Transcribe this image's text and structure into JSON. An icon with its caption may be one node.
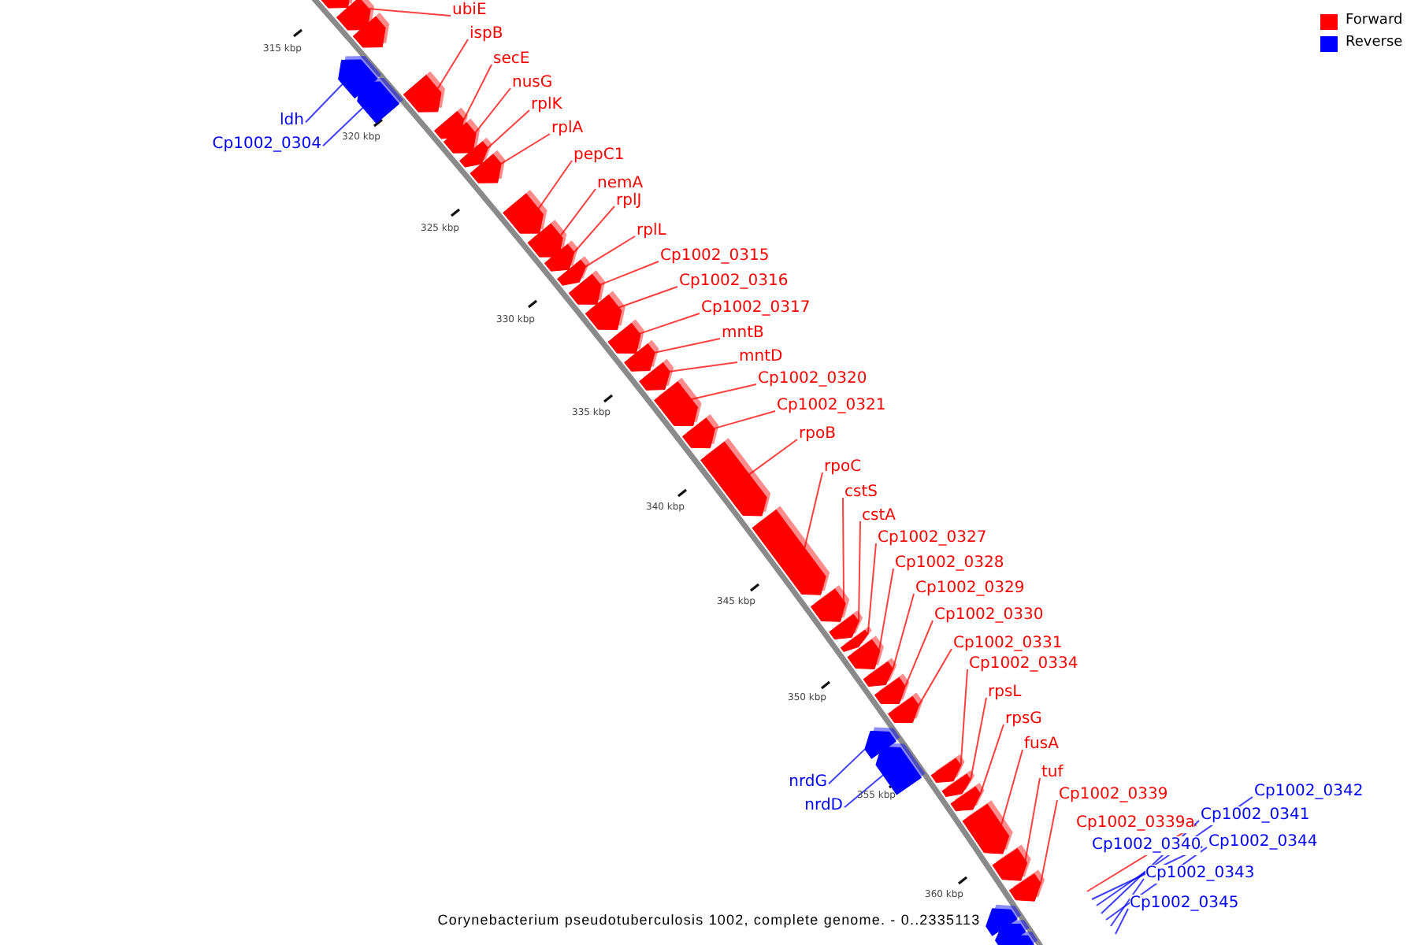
{
  "diagram": {
    "caption": "Corynebacterium pseudotuberculosis 1002, complete genome. - 0..2335113",
    "nodes": [
      {
        "text": [],
        "shape": "bar"
      },
      {
        "text": [
          "ubiE"
        ]
      },
      {
        "text": [],
        "shape": "bar"
      },
      {
        "text": [],
        "shape": "bar"
      },
      {
        "text": [
          "ldh"
        ]
      },
      {
        "text": [],
        "shape": "bar"
      },
      {
        "text": [
          "Cp1002_0304"
        ]
      },
      {
        "text": [],
        "shape": "bar"
      },
      {
        "text": [
          "ispB"
        ]
      },
      {
        "text": [],
        "shape": "bar"
      },
      {
        "text": [
          "secE"
        ]
      },
      {
        "text": [],
        "shape": "bar"
      },
      {
        "text": [
          "nusG"
        ]
      },
      {
        "text": [],
        "shape": "bar"
      },
      {
        "text": [
          "rplK"
        ]
      },
      {
        "text": [],
        "shape": "bar"
      },
      {
        "text": [
          "rplA"
        ]
      },
      {
        "text": [],
        "shape": "bar"
      },
      {
        "text": [
          "pepC1"
        ]
      },
      {
        "text": [],
        "shape": "bar"
      },
      {
        "text": [
          "nemA"
        ]
      },
      {
        "text": [],
        "shape": "bar"
      },
      {
        "text": [
          "rplJ"
        ]
      },
      {
        "text": [],
        "shape": "bar"
      },
      {
        "text": [
          "rplL"
        ]
      },
      {
        "text": [],
        "shape": "bar"
      },
      {
        "text": [
          "Cp1002_0315"
        ]
      },
      {
        "text": [],
        "shape": "bar"
      },
      {
        "text": [
          "Cp1002_0316"
        ]
      },
      {
        "text": [],
        "shape": "bar"
      },
      {
        "text": [
          "Cp1002_0317"
        ]
      },
      {
        "text": [],
        "shape": "bar"
      },
      {
        "text": [
          "mntB"
        ]
      },
      {
        "text": [],
        "shape": "bar"
      },
      {
        "text": [
          "mntD"
        ]
      },
      {
        "text": [],
        "shape": "bar"
      },
      {
        "text": [
          "Cp1002_0320"
        ]
      },
      {
        "text": [],
        "shape": "bar"
      },
      {
        "text": [
          "Cp1002_0321"
        ]
      },
      {
        "text": [],
        "shape": "bar"
      },
      {
        "text": [
          "rpoB"
        ]
      },
      {
        "text": [],
        "shape": "bar"
      },
      {
        "text": [
          "rpoC"
        ]
      },
      {
        "text": [],
        "shape": "bar"
      },
      {
        "text": [
          "cstS"
        ]
      },
      {
        "text": [],
        "shape": "bar"
      },
      {
        "text": [
          "cstA"
        ]
      },
      {
        "text": [],
        "shape": "bar"
      },
      {
        "text": [
          "Cp1002_0327"
        ]
      },
      {
        "text": [],
        "shape": "bar"
      },
      {
        "text": [
          "Cp1002_0328"
        ]
      },
      {
        "text": [],
        "shape": "bar"
      },
      {
        "text": [
          "Cp1002_0329"
        ]
      },
      {
        "text": [],
        "shape": "bar"
      },
      {
        "text": [
          "Cp1002_0330"
        ]
      },
      {
        "text": [],
        "shape": "bar"
      },
      {
        "text": [
          "Cp1002_0331"
        ]
      },
      {
        "text": [],
        "shape": "bar"
      },
      {
        "text": [
          "nrdG"
        ]
      },
      {
        "text": [],
        "shape": "bar"
      },
      {
        "text": [
          "nrdD"
        ]
      },
      {
        "text": [],
        "shape": "bar"
      },
      {
        "text": [
          "Cp1002_0334"
        ]
      },
      {
        "text": [],
        "shape": "bar"
      },
      {
        "text": [
          "rpsL"
        ]
      },
      {
        "text": [],
        "shape": "bar"
      },
      {
        "text": [
          "rpsG"
        ]
      },
      {
        "text": [],
        "shape": "bar"
      },
      {
        "text": [
          "fusA"
        ]
      },
      {
        "text": [],
        "shape": "bar"
      },
      {
        "text": [
          "tuf"
        ]
      },
      {
        "text": [],
        "shape": "bar"
      },
      {
        "text": [
          "Cp1002_0339"
        ]
      },
      {
        "text": [],
        "shape": "bar"
      },
      {
        "text": [
          "Cp1002_0339a"
        ]
      },
      {
        "text": [
          "Cp1002_0340"
        ]
      },
      {
        "text": [
          "Cp1002_0342"
        ]
      },
      {
        "text": [
          "Cp1002_0341"
        ]
      },
      {
        "text": [
          "Cp1002_0344"
        ]
      },
      {
        "text": [
          "Cp1002_0343"
        ]
      },
      {
        "text": [
          "Cp1002_0345"
        ]
      },
      {
        "text": [],
        "shape": "bar"
      },
      {
        "text": [],
        "shape": "bar"
      },
      {
        "text": [],
        "shape": "bar"
      }
    ],
    "edges": [
      {
        "from": 1,
        "to": 2,
        "arrow": "none"
      },
      {
        "from": 4,
        "to": 5,
        "arrow": "none",
        "color": "#0000ff"
      },
      {
        "from": 6,
        "to": 7,
        "arrow": "none",
        "color": "#0000ff"
      },
      {
        "from": 8,
        "to": 9,
        "arrow": "none"
      },
      {
        "from": 10,
        "to": 11,
        "arrow": "none"
      },
      {
        "from": 12,
        "to": 13,
        "arrow": "none"
      },
      {
        "from": 14,
        "to": 15,
        "arrow": "none"
      },
      {
        "from": 16,
        "to": 17,
        "arrow": "none"
      },
      {
        "from": 18,
        "to": 19,
        "arrow": "none"
      },
      {
        "from": 20,
        "to": 21,
        "arrow": "none"
      },
      {
        "from": 22,
        "to": 23,
        "arrow": "none"
      },
      {
        "from": 24,
        "to": 25,
        "arrow": "none"
      },
      {
        "from": 26,
        "to": 27,
        "arrow": "none"
      },
      {
        "from": 28,
        "to": 29,
        "arrow": "none"
      },
      {
        "from": 30,
        "to": 31,
        "arrow": "none"
      },
      {
        "from": 32,
        "to": 33,
        "arrow": "none"
      },
      {
        "from": 34,
        "to": 35,
        "arrow": "none"
      },
      {
        "from": 36,
        "to": 37,
        "arrow": "none"
      },
      {
        "from": 38,
        "to": 39,
        "arrow": "none"
      },
      {
        "from": 40,
        "to": 41,
        "arrow": "none"
      },
      {
        "from": 42,
        "to": 43,
        "arrow": "none"
      },
      {
        "from": 44,
        "to": 45,
        "arrow": "none"
      },
      {
        "from": 46,
        "to": 47,
        "arrow": "none"
      },
      {
        "from": 48,
        "to": 49,
        "arrow": "none"
      },
      {
        "from": 50,
        "to": 51,
        "arrow": "none"
      },
      {
        "from": 52,
        "to": 53,
        "arrow": "none"
      },
      {
        "from": 54,
        "to": 55,
        "arrow": "none"
      },
      {
        "from": 56,
        "to": 57,
        "arrow": "none"
      },
      {
        "from": 58,
        "to": 59,
        "arrow": "none",
        "color": "#0000ff"
      },
      {
        "from": 60,
        "to": 61,
        "arrow": "none",
        "color": "#0000ff"
      },
      {
        "from": 62,
        "to": 63,
        "arrow": "none"
      },
      {
        "from": 64,
        "to": 65,
        "arrow": "none"
      },
      {
        "from": 66,
        "to": 67,
        "arrow": "none"
      },
      {
        "from": 68,
        "to": 69,
        "arrow": "none"
      },
      {
        "from": 70,
        "to": 71,
        "arrow": "none"
      },
      {
        "from": 72,
        "to": 73,
        "arrow": "none"
      },
      {
        "from": 74,
        "to": null,
        "arrow": "none"
      },
      {
        "from": 75,
        "to": null,
        "arrow": "none",
        "color": "#0000ff"
      },
      {
        "from": 76,
        "to": null,
        "arrow": "none",
        "color": "#0000ff"
      },
      {
        "from": 77,
        "to": null,
        "arrow": "none",
        "color": "#0000ff"
      },
      {
        "from": 78,
        "to": null,
        "arrow": "none",
        "color": "#0000ff"
      },
      {
        "from": 79,
        "to": null,
        "arrow": "none",
        "color": "#0000ff"
      },
      {
        "from": 80,
        "to": null,
        "arrow": "none",
        "color": "#0000ff"
      }
    ],
    "labels": [
      "315 kbp",
      "320 kbp",
      "325 kbp",
      "330 kbp",
      "335 kbp",
      "340 kbp",
      "345 kbp",
      "350 kbp",
      "355 kbp",
      "360 kbp"
    ],
    "legend": [
      {
        "text": "Forward",
        "color": "#ff0000"
      },
      {
        "text": "Reverse",
        "color": "#0000ff"
      }
    ]
  }
}
